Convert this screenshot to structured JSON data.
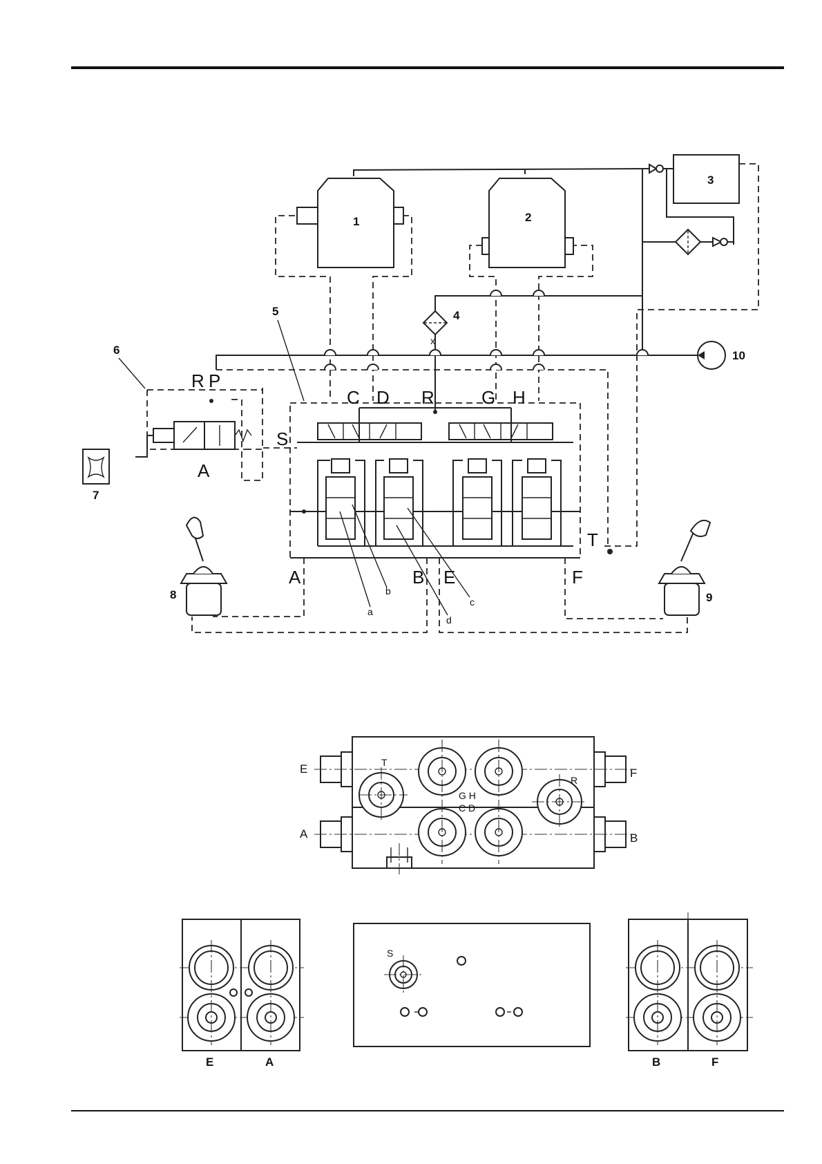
{
  "components": [
    {
      "id": "1"
    },
    {
      "id": "2"
    },
    {
      "id": "3"
    },
    {
      "id": "4"
    },
    {
      "id": "5"
    },
    {
      "id": "6"
    },
    {
      "id": "7"
    },
    {
      "id": "8"
    },
    {
      "id": "9"
    },
    {
      "id": "10"
    }
  ],
  "schematic_ports": {
    "top": [
      "C",
      "D",
      "R",
      "G",
      "H"
    ],
    "valve6": [
      "R",
      "P",
      "A"
    ],
    "side": [
      "S",
      "T"
    ],
    "bottom": [
      "A",
      "B",
      "E",
      "F"
    ],
    "spools": [
      "a",
      "b",
      "c",
      "d"
    ]
  },
  "block_top": {
    "left": [
      "E",
      "A"
    ],
    "right": [
      "F",
      "B"
    ],
    "center": [
      "T",
      "R",
      "G H",
      "C D"
    ]
  },
  "bottom_views": {
    "left": [
      "E",
      "A"
    ],
    "center": [
      "S"
    ],
    "right": [
      "B",
      "F"
    ]
  }
}
